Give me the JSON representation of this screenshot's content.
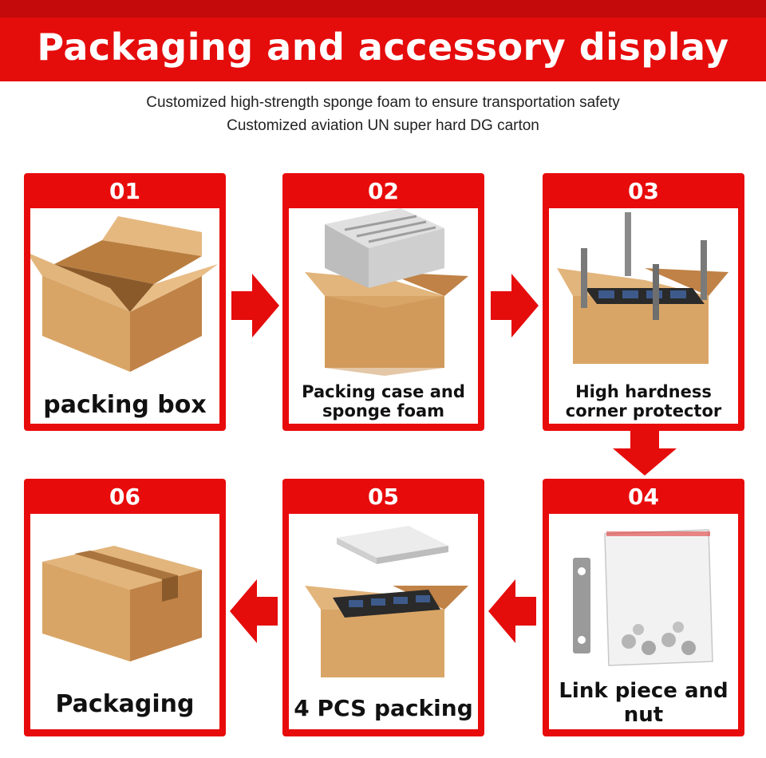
{
  "header": {
    "title": "Packaging and accessory display",
    "subtitle_1": "Customized high-strength sponge foam to ensure transportation safety",
    "subtitle_2": "Customized aviation UN super hard DG carton"
  },
  "steps": [
    {
      "number": "01",
      "label": "packing box"
    },
    {
      "number": "02",
      "label_1": "Packing case and",
      "label_2": "sponge foam"
    },
    {
      "number": "03",
      "label_1": "High hardness",
      "label_2": "corner protector"
    },
    {
      "number": "04",
      "label_1": "Link piece and",
      "label_2": "nut"
    },
    {
      "number": "05",
      "label": "4 PCS packing"
    },
    {
      "number": "06",
      "label": "Packaging"
    }
  ],
  "colors": {
    "accent_red": "#e50c0c",
    "dark_red": "#c40a0a",
    "cardboard": "#d9a566"
  }
}
